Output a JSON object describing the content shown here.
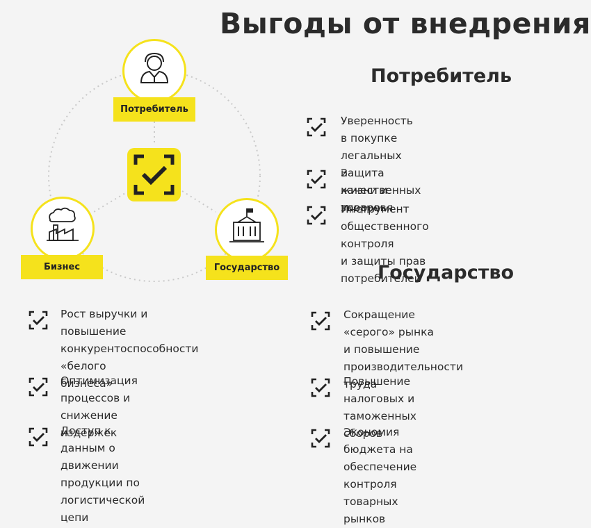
{
  "title": "Выгоды от внедрения",
  "diagram": {
    "nodes": {
      "consumer": {
        "label": "Потребитель",
        "icon": "person-icon"
      },
      "business": {
        "label": "Бизнес",
        "icon": "factory-icon"
      },
      "state": {
        "label": "Государство",
        "icon": "government-building-icon"
      }
    },
    "center_icon": "check-badge-icon",
    "accent_color": "#f5e21c"
  },
  "consumer_section": {
    "title": "Потребитель",
    "items": [
      {
        "text": "Уверенность в покупке легальных\nи качественных товаров"
      },
      {
        "text": "Защита жизни и здоровья"
      },
      {
        "text": "Инструмент общественного контроля\nи защиты прав потребителей"
      }
    ]
  },
  "state_section": {
    "title": "Государство",
    "items": [
      {
        "text": "Сокращение «серого» рынка\nи повышение производительности\nтруда"
      },
      {
        "text": "Повышение налоговых и таможенных\nсборов"
      },
      {
        "text": "Экономия бюджета на обеспечение\nконтроля товарных рынков"
      }
    ]
  },
  "business_section": {
    "items": [
      {
        "text": "Рост выручки и повышение\nконкурентоспособности «белого\nбизнеса»"
      },
      {
        "text": "Оптимизация процессов и снижение\nиздержек"
      },
      {
        "text": "Доступ к данным о движении\nпродукции по логистической цепи"
      }
    ]
  }
}
